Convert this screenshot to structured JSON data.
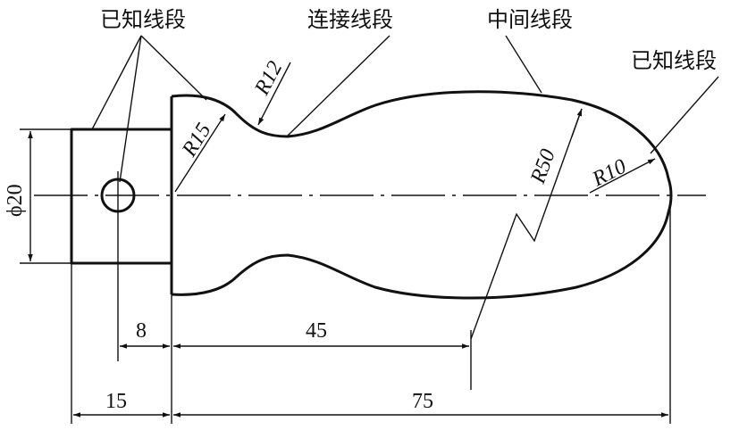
{
  "labels": {
    "known_left": "已知线段",
    "connecting": "连接线段",
    "intermediate": "中间线段",
    "known_right": "已知线段"
  },
  "radii": {
    "r12": "R12",
    "r15": "R15",
    "r50": "R50",
    "r10": "R10"
  },
  "dimensions": {
    "phi20": "ϕ20",
    "d8": "8",
    "d45": "45",
    "d15": "15",
    "d75": "75"
  }
}
